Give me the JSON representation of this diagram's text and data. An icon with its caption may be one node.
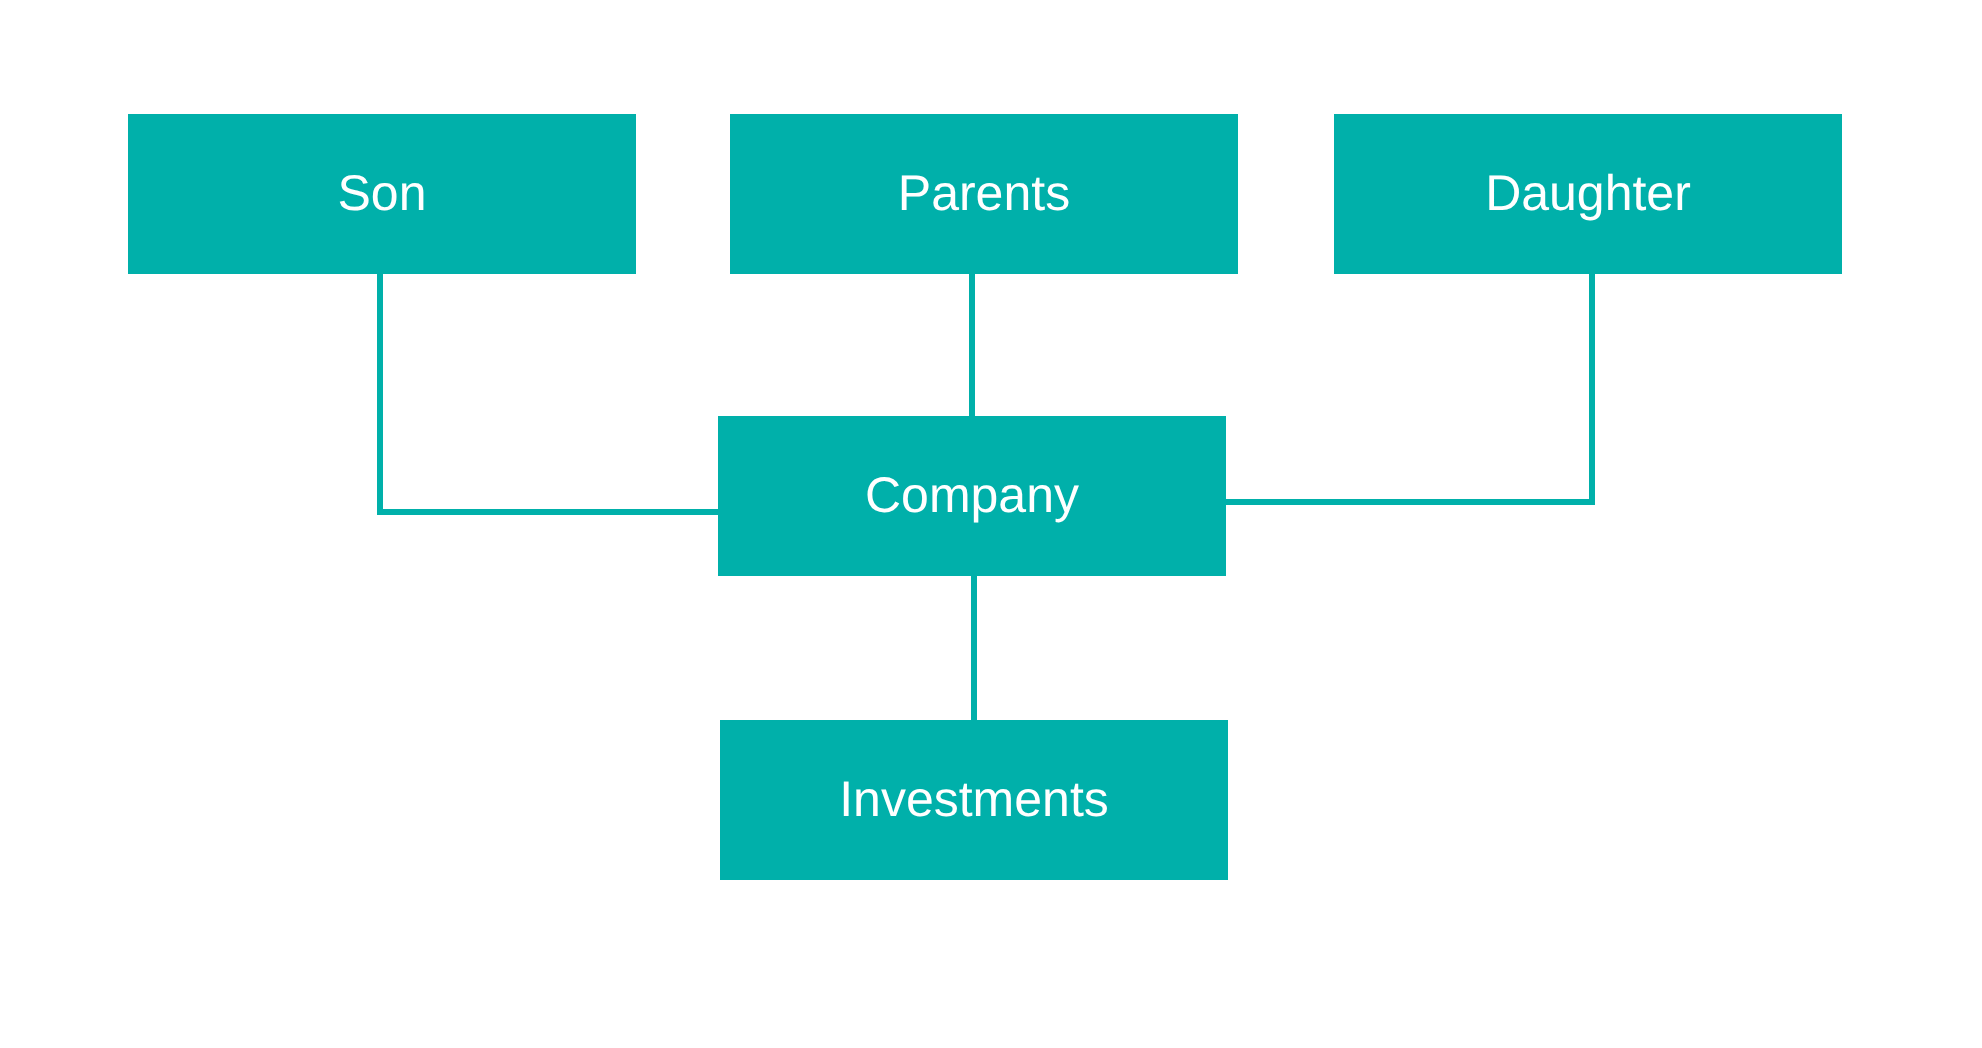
{
  "diagram": {
    "nodes": [
      {
        "text": [
          "Son"
        ]
      },
      {
        "text": [
          "Parents"
        ]
      },
      {
        "text": [
          "Daughter"
        ]
      },
      {
        "text": [
          "Company"
        ]
      },
      {
        "text": [
          "Investments"
        ]
      }
    ],
    "edges": [
      {
        "from": 0,
        "to": 3,
        "arrow": "none"
      },
      {
        "from": 1,
        "to": 3,
        "arrow": "none"
      },
      {
        "from": 2,
        "to": 3,
        "arrow": "none"
      },
      {
        "from": 3,
        "to": 4,
        "arrow": "none"
      }
    ]
  }
}
